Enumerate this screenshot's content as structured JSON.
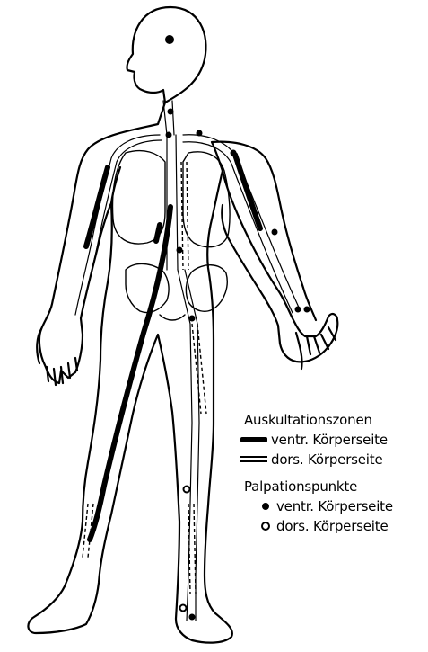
{
  "legend": {
    "auscultation": {
      "heading": "Auskultationszonen",
      "ventral": "ventr. Körperseite",
      "dorsal": "dors. Körperseite"
    },
    "palpation": {
      "heading": "Palpationspunkte",
      "ventral": "ventr. Körperseite",
      "dorsal": "dors. Körperseite"
    }
  },
  "colors": {
    "ink": "#000000",
    "paper": "#ffffff"
  }
}
